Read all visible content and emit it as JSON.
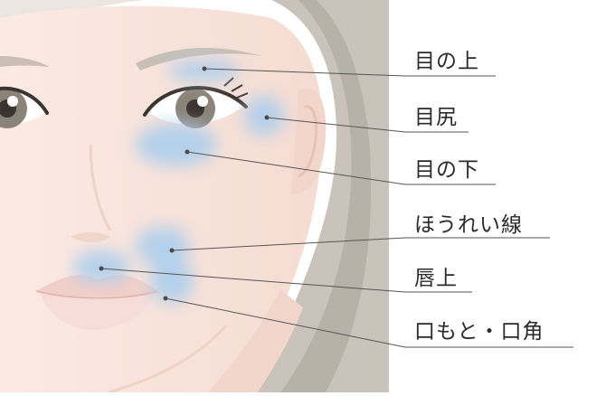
{
  "labels": [
    {
      "text": "目の上"
    },
    {
      "text": "目尻"
    },
    {
      "text": "目の下"
    },
    {
      "text": "ほうれい線"
    },
    {
      "text": "唇上"
    },
    {
      "text": "口もと・口角"
    }
  ],
  "colors": {
    "skin": "#fbeae3",
    "skin_shadow": "#f3d6cb",
    "hair": "#c9c3bb",
    "hair_dark": "#b8b1a8",
    "highlight": "#a9cdee",
    "leader": "#555555",
    "iris": "#8c8378",
    "lip": "#f1cfc9"
  }
}
